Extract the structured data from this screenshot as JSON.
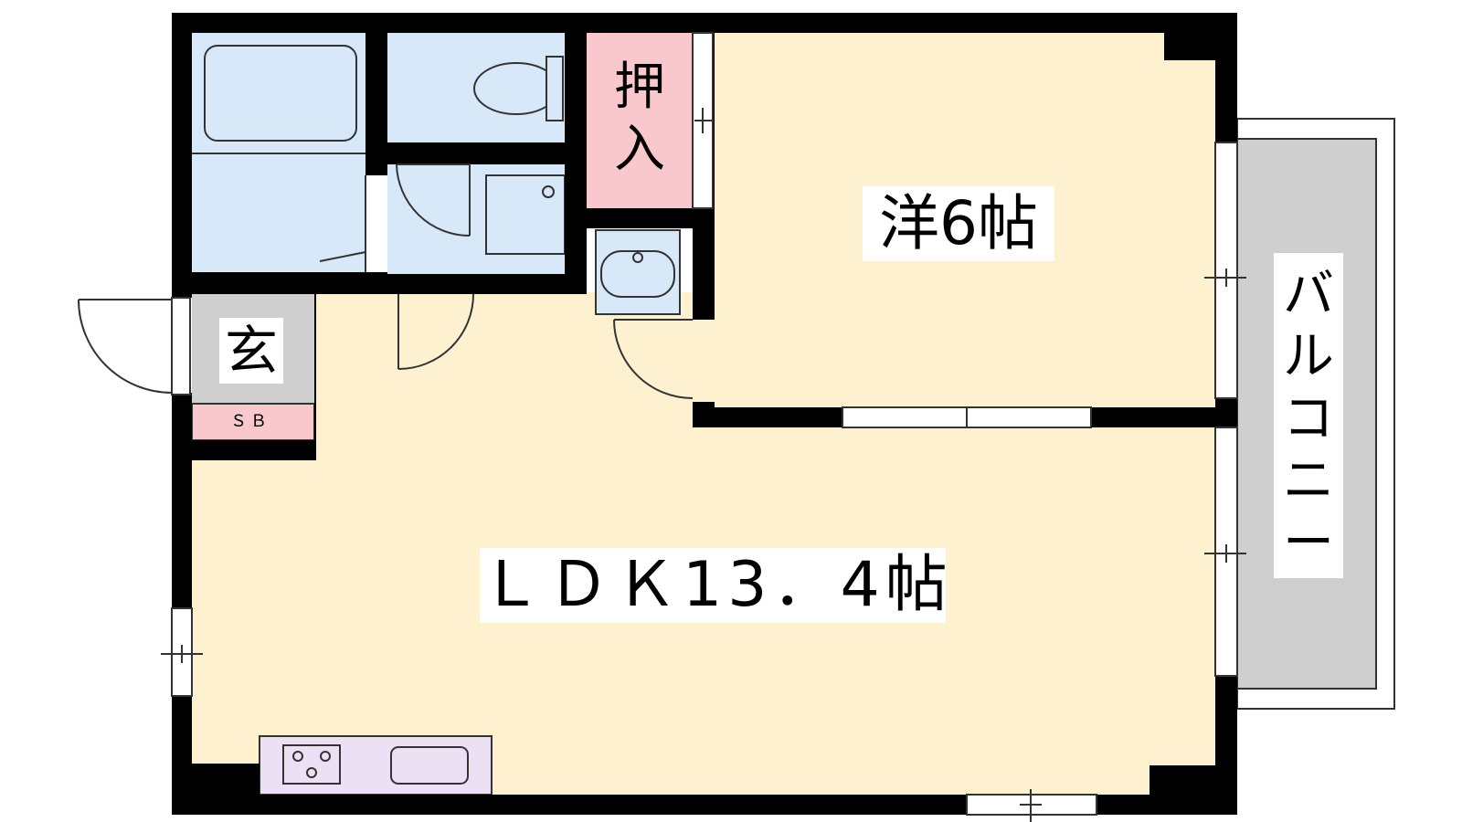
{
  "rooms": {
    "western": {
      "label": "洋6帖"
    },
    "ldk": {
      "label": "ＬＤＫ13．4帖"
    },
    "entrance": {
      "label": "玄"
    },
    "shoe_box": {
      "label": "ＳＢ"
    },
    "closet": {
      "label": "押入"
    },
    "balcony": {
      "label": "バルコニー"
    }
  },
  "colors": {
    "wall": "#000000",
    "room_floor": "#fdf1d0",
    "wet_area": "#d7e9f8",
    "closet": "#f9c8cc",
    "entrance": "#cfcfcf",
    "balcony": "#cfcfcf",
    "kitchen": "#ece0f4"
  }
}
